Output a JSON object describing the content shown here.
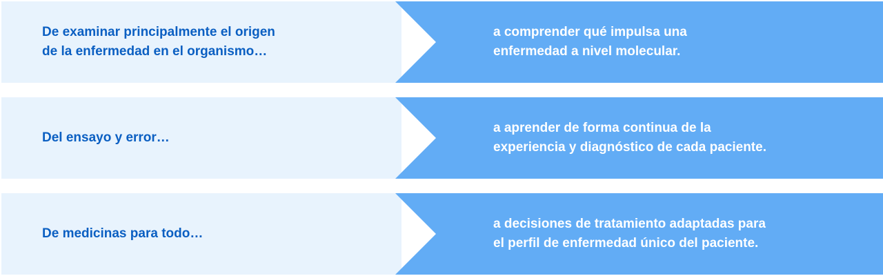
{
  "colors": {
    "left_background": "#e8f3fd",
    "left_text": "#0b5fc2",
    "arrow_background": "#62acf5",
    "right_text": "#ffffff"
  },
  "rows": [
    {
      "from": "De examinar principalmente el origen\nde la enfermedad en el organismo…",
      "to": "a comprender qué impulsa una\nenfermedad a nivel molecular."
    },
    {
      "from": "Del ensayo y error…",
      "to": "a aprender de forma continua de la\nexperiencia y diagnóstico de cada paciente."
    },
    {
      "from": "De medicinas para todo…",
      "to": "a decisiones de tratamiento adaptadas para\nel perfil de enfermedad único del paciente."
    }
  ]
}
